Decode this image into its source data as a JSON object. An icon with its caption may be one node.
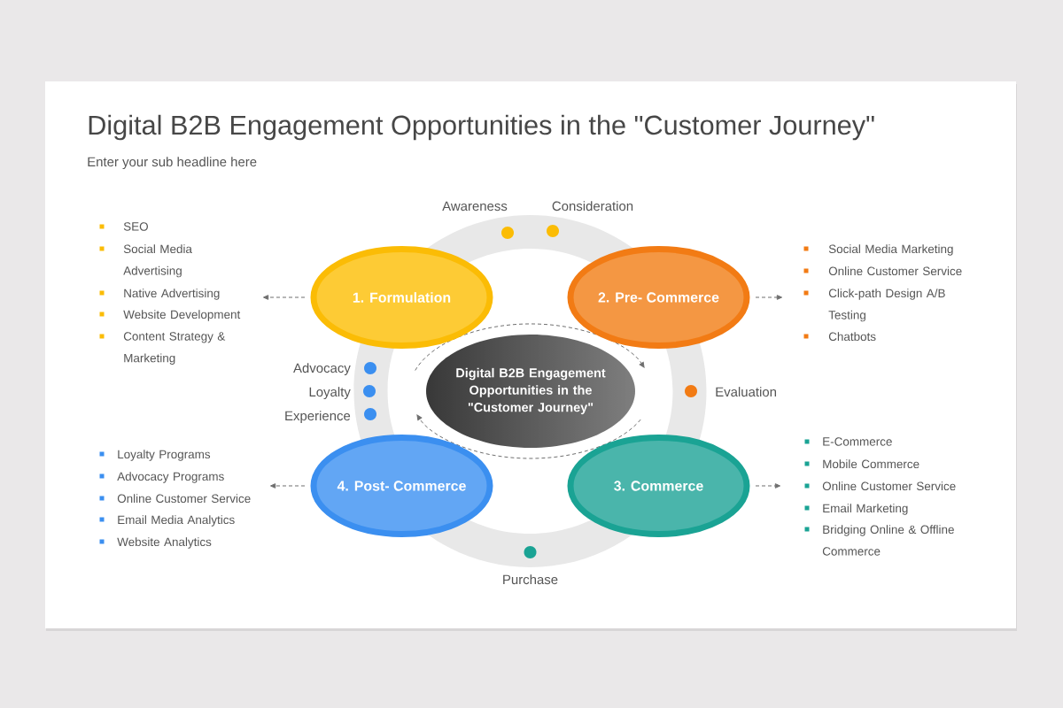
{
  "diagram": {
    "title": "Digital B2B Engagement Opportunities in the \"Customer Journey\"",
    "nodes": [
      {
        "text": [
          "1. Formulation"
        ]
      },
      {
        "text": [
          "2. Pre- Commerce"
        ]
      },
      {
        "text": [
          "Digital B2B Engagement Opportunities in the \"Customer Journey\""
        ]
      },
      {
        "text": [
          "4. Post- Commerce"
        ]
      },
      {
        "text": [
          "3. Commerce"
        ]
      },
      {
        "text": [
          "SEO",
          "Social Media Advertising",
          "Native Advertising",
          "Website Development",
          "Content Strategy & Marketing"
        ]
      },
      {
        "text": [
          "Social Media Marketing",
          "Online Customer Service",
          "Click-path Design A/B Testing",
          "Chatbots"
        ]
      },
      {
        "text": [
          "Loyalty Programs",
          "Advocacy Programs",
          "Online Customer Service",
          "Email Media Analytics",
          "Website Analytics"
        ]
      },
      {
        "text": [
          "E-Commerce",
          "Mobile Commerce",
          "Online Customer Service",
          "Email Marketing",
          "Bridging Online & Offline Commerce"
        ]
      }
    ],
    "edges": [
      {
        "from": 0,
        "to": 5,
        "arrow": "to",
        "style": "dashed"
      },
      {
        "from": 1,
        "to": 6,
        "arrow": "to",
        "style": "dashed"
      },
      {
        "from": 3,
        "to": 7,
        "arrow": "to",
        "style": "dashed"
      },
      {
        "from": 4,
        "to": 8,
        "arrow": "to",
        "style": "dashed"
      }
    ],
    "labels": [
      "Enter your sub headline here",
      "Awareness",
      "Consideration",
      "Advocacy",
      "Loyalty",
      "Evaluation",
      "Experience",
      "Purchase"
    ]
  }
}
